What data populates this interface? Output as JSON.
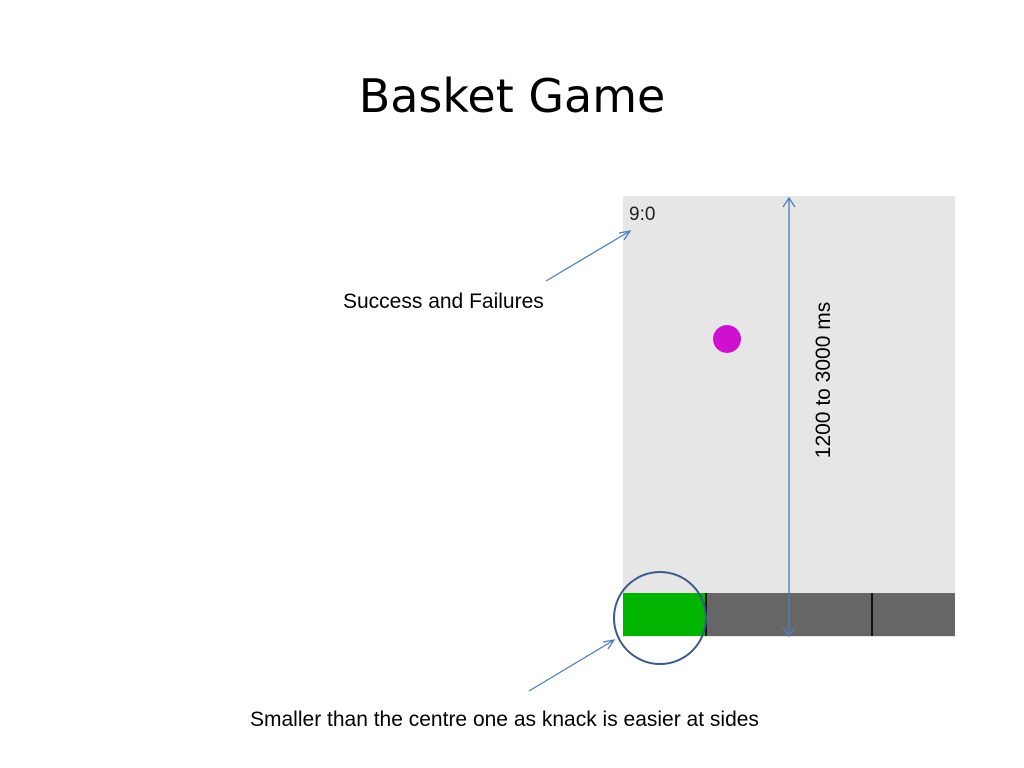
{
  "slide": {
    "title": "Basket Game"
  },
  "game": {
    "score_text": "9:0",
    "ball_color": "#d010d0",
    "bar_color": "#666666",
    "basket_color": "#00b400",
    "background_color": "#e6e6e6"
  },
  "annotations": {
    "score_label": "Success and Failures",
    "time_label": "1200 to 3000 ms",
    "basket_label": "Smaller than the centre one as knack is easier at sides",
    "line_color": "#4a7ebb",
    "circle_color": "#3b5a8a"
  }
}
